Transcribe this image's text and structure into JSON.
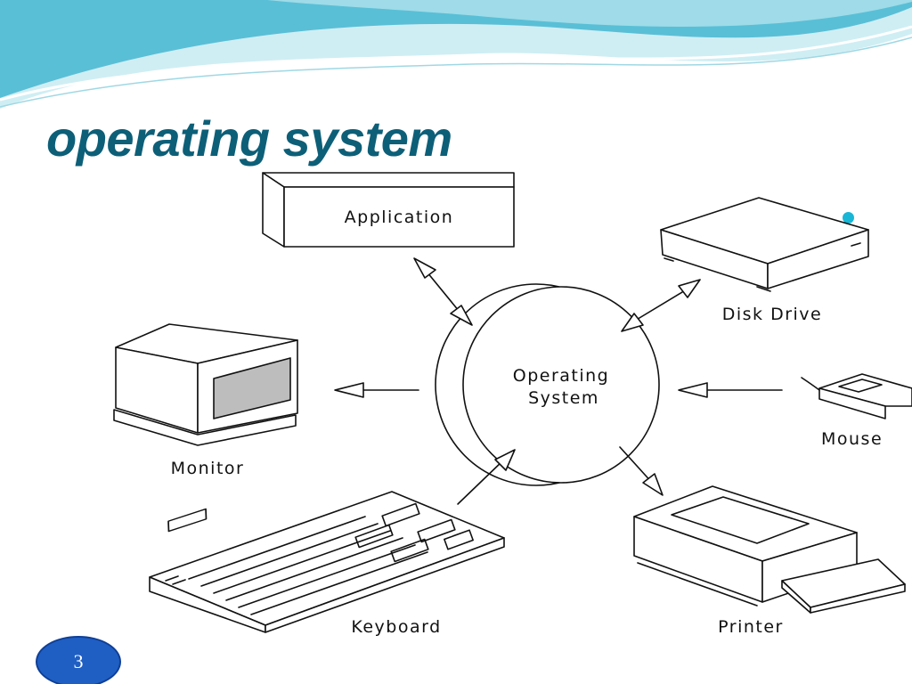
{
  "slide": {
    "title": "operating system",
    "page_number": "3"
  },
  "diagram": {
    "center": "Operating System",
    "center_lines": [
      "Operating",
      "System"
    ],
    "nodes": {
      "application": "Application",
      "disk_drive": "Disk Drive",
      "monitor": "Monitor",
      "mouse": "Mouse",
      "keyboard": "Keyboard",
      "printer": "Printer"
    }
  },
  "colors": {
    "title": "#0d5f78",
    "wave_dark": "#3fb0cc",
    "wave_light": "#bfe7ef",
    "bullet": "#19b6d6",
    "page_badge": "#1f5fc4"
  }
}
